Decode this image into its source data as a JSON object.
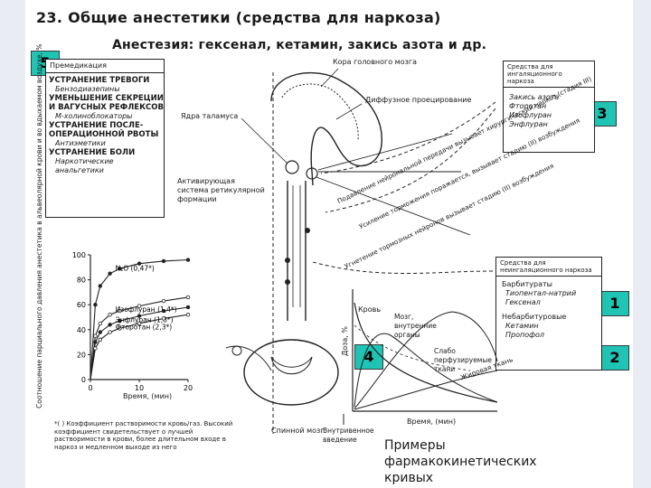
{
  "title": "23. Общие анестетики (средства для наркоза)",
  "subtitle": "Анестезия: гексенал, кетамин, закись азота и др.",
  "badges": {
    "b5": "5",
    "b3": "3",
    "b1": "1",
    "b2": "2",
    "b4": "4"
  },
  "premed_box": {
    "header": "Премедикация",
    "items": [
      {
        "main": "УСТРАНЕНИЕ ТРЕВОГИ",
        "sub": "Бензодиазепины"
      },
      {
        "main": "УМЕНЬШЕНИЕ СЕКРЕЦИИ",
        "sub": ""
      },
      {
        "main": "И ВАГУСНЫХ РЕФЛЕКСОВ",
        "sub": "М-холиноблокаторы"
      },
      {
        "main": "УСТРАНЕНИЕ ПОСЛЕ-",
        "sub": ""
      },
      {
        "main": "ОПЕРАЦИОННОЙ РВОТЫ",
        "sub": "Антиэметики"
      },
      {
        "main": "УСТРАНЕНИЕ БОЛИ",
        "sub": "Наркотические"
      },
      {
        "main": "",
        "sub": "анальгетики"
      }
    ]
  },
  "inhal_box": {
    "header": "Средства для ингаляционного наркоза",
    "items": [
      "Закись азота",
      "Фторотан",
      "Изофлуран",
      "Энфлуран"
    ]
  },
  "noninhal_box": {
    "header": "Средства для неингаляционного наркоза",
    "groups": [
      {
        "title": "Барбитураты",
        "items": [
          "Тиопентал-натрий",
          "Гексенал"
        ]
      },
      {
        "title": "Небарбитуровые",
        "items": [
          "Кетамин",
          "Пропофол"
        ]
      }
    ]
  },
  "brain_labels": {
    "cortex": "Кора головного мозга",
    "diffuse": "Диффузное проецирование",
    "thalamus": "Ядра таламуса",
    "reticular": "Активирующая система ретикулярной формации",
    "spinal": "Спинной мозг",
    "path1": "Подавление нейрональной передачи вызывает хирургический наркоз (стадия III)",
    "path2": "Усиление торможения поражается, вызывает стадию (II) возбуждения",
    "path3": "Угнетение тормозных нейронов вызывает стадию (II) возбуждения"
  },
  "left_chart": {
    "yaxis_label": "Соотношение парциального давления анестетика в альвеолярной крови и во вдыхаемом воздухе, %",
    "xaxis_label": "Время, (мин)",
    "footnote": "*( ) Коэффициент растворимости кровь/газ. Высокий коэффициент свидетельствует о лучшей растворимости в крови, более длительном входе в наркоз и медленном выходе из него"
  },
  "right_chart": {
    "yaxis_label": "Доза, %",
    "xaxis_label": "Время, (мин)",
    "iv_label": "Внутривенное введение",
    "labels": [
      "Кровь",
      "Мозг, внутренние органы",
      "Слабо перфузируемые ткани",
      "Жировая ткань"
    ]
  },
  "examples_caption": "Примеры фармакокинетических кривых",
  "chart_data": {
    "type": "line",
    "title": "",
    "xlabel": "Время, (мин)",
    "ylabel": "Соотношение парциального давления анестетика в альвеолярной крови и во вдыхаемом воздухе, %",
    "xlim": [
      0,
      20
    ],
    "ylim": [
      0,
      100
    ],
    "x_ticks": [
      0,
      10,
      20
    ],
    "y_ticks": [
      0,
      20,
      40,
      60,
      80,
      100
    ],
    "series": [
      {
        "name": "N₂O (0,47*)",
        "x": [
          0,
          1,
          2,
          4,
          6,
          10,
          15,
          20
        ],
        "values": [
          0,
          60,
          75,
          85,
          89,
          93,
          95,
          96
        ]
      },
      {
        "name": "Изофлуран (1,4*)",
        "x": [
          0,
          1,
          2,
          4,
          6,
          10,
          15,
          20
        ],
        "values": [
          0,
          35,
          45,
          52,
          55,
          59,
          63,
          66
        ]
      },
      {
        "name": "Энфлуран (1,8*)",
        "x": [
          0,
          1,
          2,
          4,
          6,
          10,
          15,
          20
        ],
        "values": [
          0,
          30,
          38,
          44,
          47,
          51,
          55,
          58
        ]
      },
      {
        "name": "Фторотан (2,3*)",
        "x": [
          0,
          1,
          2,
          4,
          6,
          10,
          15,
          20
        ],
        "values": [
          0,
          25,
          32,
          38,
          41,
          45,
          49,
          52
        ]
      }
    ],
    "grid": false,
    "legend": "inline labels"
  }
}
